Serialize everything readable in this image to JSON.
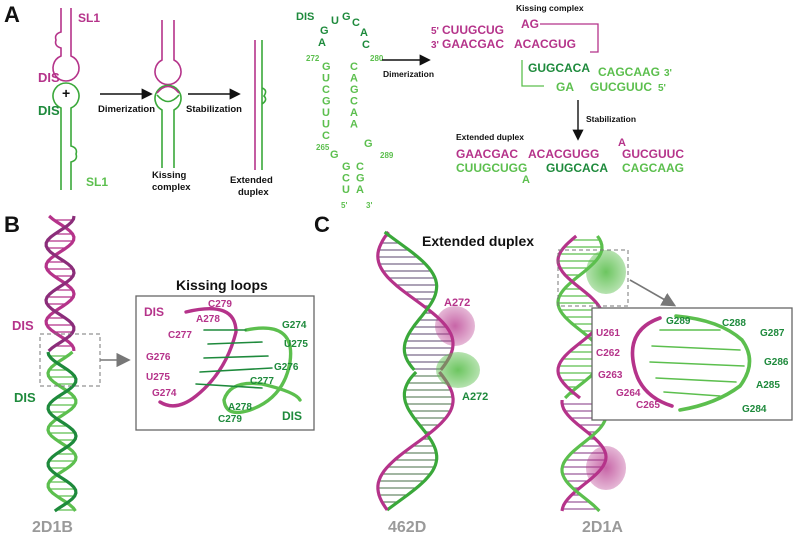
{
  "colors": {
    "magenta": "#b5338a",
    "dark_green": "#1e8a3c",
    "light_green": "#5cbf4e",
    "gray": "#9a9a9a"
  },
  "panels": {
    "a": "A",
    "b": "B",
    "c": "C"
  },
  "schematic": {
    "sl1_top": "SL1",
    "sl1_bottom": "SL1",
    "dis_top": "DIS",
    "dis_bottom": "DIS",
    "plus": "+",
    "dimerization": "Dimerization",
    "stabilization": "Stabilization",
    "kissing_line1": "Kissing",
    "kissing_line2": "complex",
    "extended_line1": "Extended",
    "extended_line2": "duplex"
  },
  "hairpin": {
    "dis": "DIS",
    "num_272": "272",
    "num_280": "280",
    "num_265": "265",
    "num_289": "289",
    "five_prime": "5'",
    "three_prime": "3'",
    "loop": [
      "G",
      "U",
      "G",
      "C",
      "A",
      "C",
      "A"
    ],
    "left_stem": [
      "G",
      "U",
      "C",
      "G",
      "U",
      "U",
      "C"
    ],
    "right_stem": [
      "C",
      "A",
      "G",
      "C",
      "A",
      "A",
      "G"
    ],
    "bulge_g": "G",
    "tail_left": [
      "G",
      "C",
      "U"
    ],
    "tail_right": [
      "C",
      "G",
      "A"
    ]
  },
  "kissing": {
    "title": "Kissing complex",
    "dimerization": "Dimerization",
    "top_5p": "5'",
    "top_3p": "3'",
    "top_seq1": "CUUGCUG",
    "top_seq2": "GAACGAC",
    "top_ag": "AG",
    "top_acacgug": "ACACGUG",
    "bot_gugcaca": "GUGCACA",
    "bot_cagcaag": "CAGCAAG",
    "bot_3p": "3'",
    "bot_ga": "GA",
    "bot_gucguuc": "GUCGUUC",
    "bot_5p": "5'",
    "stabilization": "Stabilization"
  },
  "extended": {
    "title": "Extended duplex",
    "l1a": "GAACGAC",
    "l1b": "ACACGUGG",
    "l1c": "GUCGUUC",
    "a_top": "A",
    "l2a": "CUUGCUGG",
    "l2b": "GUGCACA",
    "l2c": "CAGCAAG",
    "a_bot": "A"
  },
  "panel_b": {
    "dis_top": "DIS",
    "dis_bottom": "DIS",
    "pdb": "2D1B",
    "inset_title": "Kissing loops",
    "inset_dis_mag": "DIS",
    "inset_dis_green": "DIS",
    "mag_labels": [
      "C279",
      "A278",
      "C277",
      "G276",
      "U275",
      "G274"
    ],
    "green_labels": [
      "G274",
      "U275",
      "G276",
      "C277",
      "A278",
      "C279"
    ]
  },
  "panel_c": {
    "title": "Extended duplex",
    "pdb_left": "462D",
    "pdb_right": "2D1A",
    "a272_mag": "A272",
    "a272_green": "A272",
    "inset_mag": [
      "U261",
      "C262",
      "G263",
      "G264",
      "C265"
    ],
    "inset_green": [
      "G289",
      "C288",
      "G287",
      "G286",
      "A285",
      "G284"
    ]
  }
}
